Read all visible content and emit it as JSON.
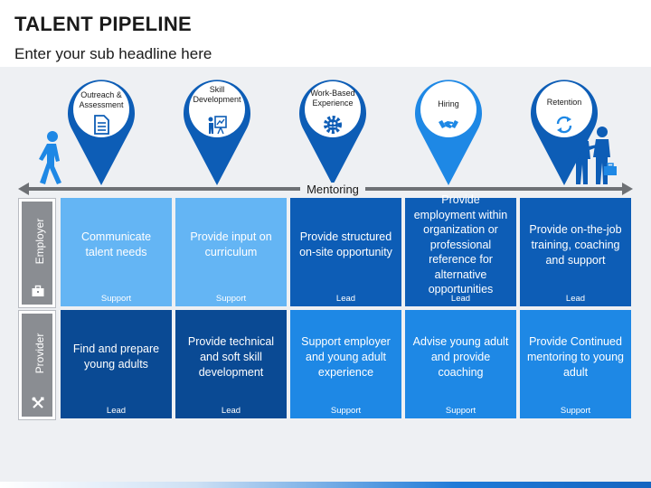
{
  "header": {
    "title": "TALENT PIPELINE",
    "subtitle": "Enter your sub headline here"
  },
  "timeline": {
    "arrow_label": "Mentoring",
    "stages": [
      {
        "label": "Outreach & Assessment",
        "icon": "document-icon",
        "color": "#0d5db6"
      },
      {
        "label": "Skill Development",
        "icon": "presenter-icon",
        "color": "#0d5db6"
      },
      {
        "label": "Work-Based Experience",
        "icon": "gear-people-icon",
        "color": "#0d5db6"
      },
      {
        "label": "Hiring",
        "icon": "handshake-icon",
        "color": "#1e88e5"
      },
      {
        "label": "Retention",
        "icon": "refresh-icon",
        "color": "#0d5db6"
      }
    ]
  },
  "rows": [
    {
      "label": "Employer",
      "icon": "briefcase-icon",
      "cells": [
        {
          "text": "Communicate talent needs",
          "role": "Support"
        },
        {
          "text": "Provide input on curriculum",
          "role": "Support"
        },
        {
          "text": "Provide structured on-site opportunity",
          "role": "Lead"
        },
        {
          "text": "Provide employment within organization or professional reference for alternative opportunities",
          "role": "Lead"
        },
        {
          "text": "Provide on-the-job training, coaching and support",
          "role": "Lead"
        }
      ]
    },
    {
      "label": "Provider",
      "icon": "tools-icon",
      "cells": [
        {
          "text": "Find and prepare young adults",
          "role": "Lead"
        },
        {
          "text": "Provide technical and soft skill development",
          "role": "Lead"
        },
        {
          "text": "Support employer and young adult experience",
          "role": "Support"
        },
        {
          "text": "Advise young adult and provide coaching",
          "role": "Support"
        },
        {
          "text": "Provide Continued mentoring to young adult",
          "role": "Support"
        }
      ]
    }
  ],
  "colors": {
    "light": "#64b5f4",
    "mid": "#1e88e5",
    "dark": "#0d5db6",
    "deep": "#0a4a94",
    "side_gray": "#8a8d92"
  }
}
